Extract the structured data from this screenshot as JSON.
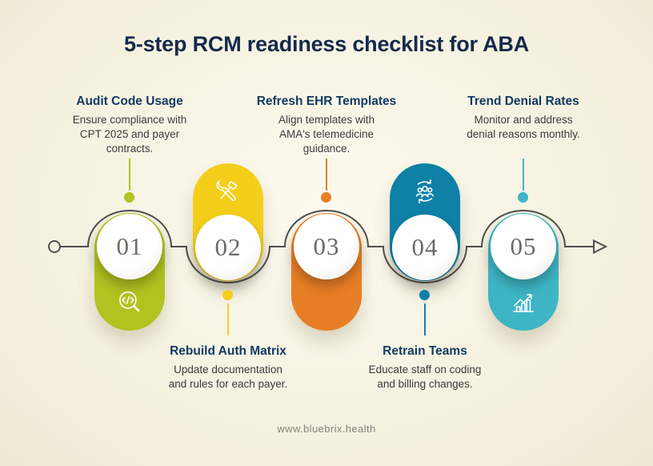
{
  "title": "5-step RCM readiness checklist for ABA",
  "footer": {
    "url": "www.bluebrix.health"
  },
  "colors": {
    "background": "#f6f2e1",
    "title_navy": "#15294b",
    "step_title_navy": "#133a63",
    "body_text": "#3b3b3b",
    "timeline_gray": "#4f4f4f",
    "number_gray": "#6d6a64"
  },
  "steps": [
    {
      "number": "01",
      "title": "Audit Code Usage",
      "description": "Ensure compliance with CPT 2025 and payer contracts.",
      "color": "#b2c220",
      "icon": "code-search-icon",
      "position": "top"
    },
    {
      "number": "02",
      "title": "Rebuild Auth Matrix",
      "description": "Update documentation and rules for each payer.",
      "color": "#f4cf1a",
      "icon": "tools-icon",
      "position": "bottom"
    },
    {
      "number": "03",
      "title": "Refresh EHR Templates",
      "description": "Align templates with AMA's telemedicine guidance.",
      "color": "#e87e25",
      "icon": "",
      "position": "top"
    },
    {
      "number": "04",
      "title": "Retrain Teams",
      "description": "Educate staff on coding and billing changes.",
      "color": "#0f80a6",
      "icon": "team-sync-icon",
      "position": "bottom"
    },
    {
      "number": "05",
      "title": "Trend Denial Rates",
      "description": "Monitor and address denial reasons monthly.",
      "color": "#3eb5c5",
      "icon": "growth-chart-icon",
      "position": "top"
    }
  ]
}
